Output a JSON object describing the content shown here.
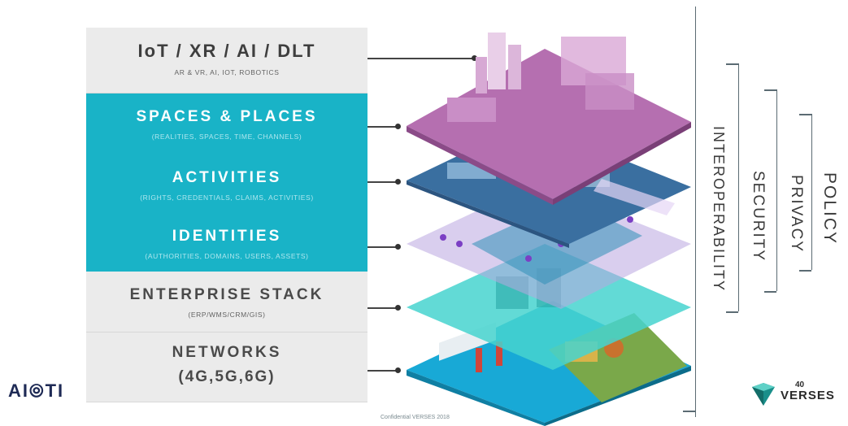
{
  "layers": [
    {
      "title": "IoT / XR / AI / DLT",
      "sub": "AR & VR, AI, IOT, ROBOTICS"
    },
    {
      "title": "SPACES & PLACES",
      "sub": "(REALITIES, SPACES, TIME, CHANNELS)"
    },
    {
      "title": "ACTIVITIES",
      "sub": "(RIGHTS, CREDENTIALS, CLAIMS, ACTIVITIES)"
    },
    {
      "title": "IDENTITIES",
      "sub": "(AUTHORITIES, DOMAINS, USERS, ASSETS)"
    },
    {
      "title": "ENTERPRISE STACK",
      "sub": "(ERP/WMS/CRM/GIS)"
    },
    {
      "title": "NETWORKS",
      "sub": "(4G,5G,6G)"
    }
  ],
  "side_labels": [
    "INTEROPERABILITY",
    "SECURITY",
    "PRIVACY",
    "POLICY"
  ],
  "logos": {
    "left": "AI⦾TI",
    "right": "VERSES",
    "right_badge": "40"
  },
  "footer": "Confidential VERSES 2018",
  "colors": {
    "teal": "#19b3c7",
    "gray": "#ebebeb",
    "purple": "#b56fb0",
    "blue": "#3a7fae",
    "cyan": "#3bd0d0"
  }
}
